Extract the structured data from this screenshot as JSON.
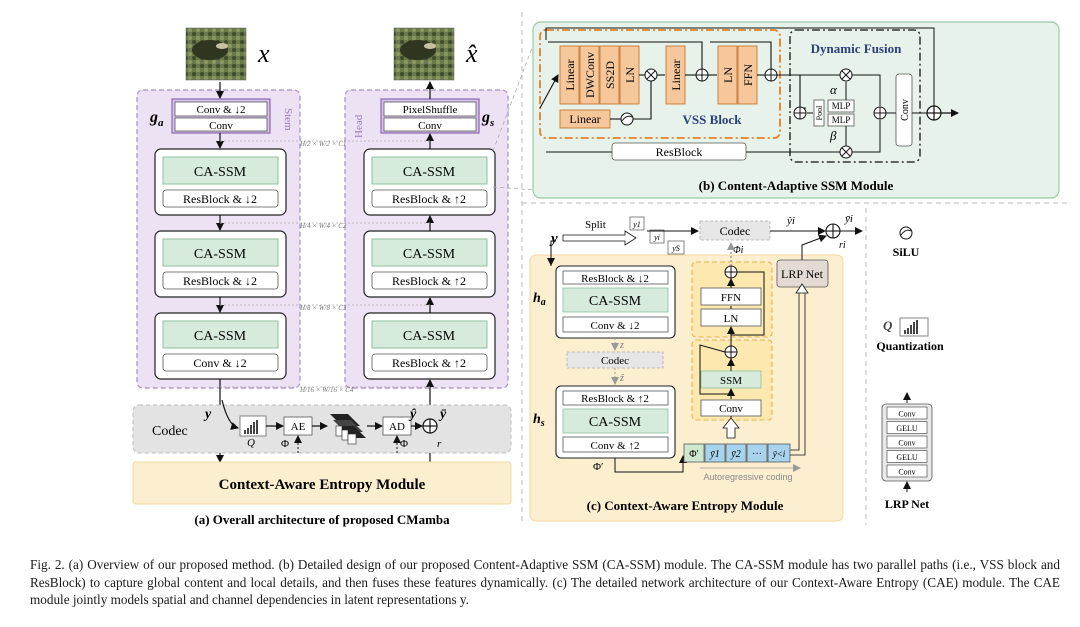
{
  "panel_a": {
    "caption": "(a) Overall architecture of proposed CMamba",
    "x_label": "x",
    "xhat_label": "x̂",
    "ga": "g",
    "ga_sub": "a",
    "gs": "g",
    "gs_sub": "s",
    "stem": "Stem",
    "head": "Head",
    "enc_top1": "Conv & ↓2",
    "enc_top2": "Conv",
    "dec_top1": "PixelShuffle",
    "dec_top2": "Conv",
    "ca_ssm": "CA-SSM",
    "enc_sub1": "ResBlock & ↓2",
    "enc_sub2": "ResBlock & ↓2",
    "enc_sub3": "Conv & ↓2",
    "dec_sub1": "ResBlock & ↑2",
    "dec_sub2": "ResBlock & ↑2",
    "dec_sub3": "ResBlock & ↑2",
    "dim1": "H/2 × W/2 × C1",
    "dim2": "H/4 × W/4 × C2",
    "dim3": "H/8 × W/8 × C3",
    "dim4": "H/16 × W/16 × C4",
    "codec": "Codec",
    "y": "y",
    "q": "Q",
    "phi": "Φ",
    "ae": "AE",
    "ad": "AD",
    "yhat": "ŷ",
    "ybar": "ȳ",
    "r": "r",
    "cae": "Context-Aware Entropy Module"
  },
  "panel_b": {
    "caption": "(b) Content-Adaptive SSM Module",
    "linear": "Linear",
    "dwconv": "DWConv",
    "ss2d": "SS2D",
    "ln": "LN",
    "ffn": "FFN",
    "vss_block": "VSS Block",
    "dynamic_fusion": "Dynamic Fusion",
    "alpha": "α",
    "beta": "β",
    "pool": "Pool",
    "mlp": "MLP",
    "conv": "Conv",
    "resblock": "ResBlock"
  },
  "panel_c": {
    "caption": "(c) Context-Aware Entropy Module",
    "split": "Split",
    "y": "y",
    "y1": "y1",
    "yi": "yi",
    "ys": "yS",
    "codec": "Codec",
    "yhat_i": "ŷi",
    "ybar_i": "ȳi",
    "phi_i": "Φi",
    "r_i": "ri",
    "lrp_net": "LRP Net",
    "ffn": "FFN",
    "ln": "LN",
    "ssm": "SSM",
    "conv": "Conv",
    "ha": "h",
    "ha_sub": "a",
    "hs": "h",
    "hs_sub": "s",
    "resblock_down": "ResBlock & ↓2",
    "ca_ssm": "CA-SSM",
    "conv_down": "Conv & ↓2",
    "z": "z",
    "zhat": "ẑ",
    "resblock_up": "ResBlock & ↑2",
    "conv_up": "Conv & ↑2",
    "phi_prime": "Φ′",
    "yb1": "ȳ1",
    "yb2": "ȳ2",
    "dots": "···",
    "yb_lt": "ȳ<i",
    "autoregressive": "Autoregressive coding"
  },
  "legend": {
    "silu": "SiLU",
    "quant_q": "Q",
    "quantization": "Quantization",
    "lrp_items": [
      "Conv",
      "GELU",
      "Conv",
      "GELU",
      "Conv"
    ],
    "lrp_label": "LRP Net"
  },
  "caption": {
    "text": "Fig. 2.   (a) Overview of our proposed method. (b) Detailed design of our proposed Content-Adaptive SSM (CA-SSM) module. The CA-SSM module has two parallel paths (i.e., VSS block and ResBlock) to capture global content and local details, and then fuses these features dynamically. (c) The detailed network architecture of our Context-Aware Entropy (CAE) module. The CAE module jointly models spatial and channel dependencies in latent representations y."
  }
}
